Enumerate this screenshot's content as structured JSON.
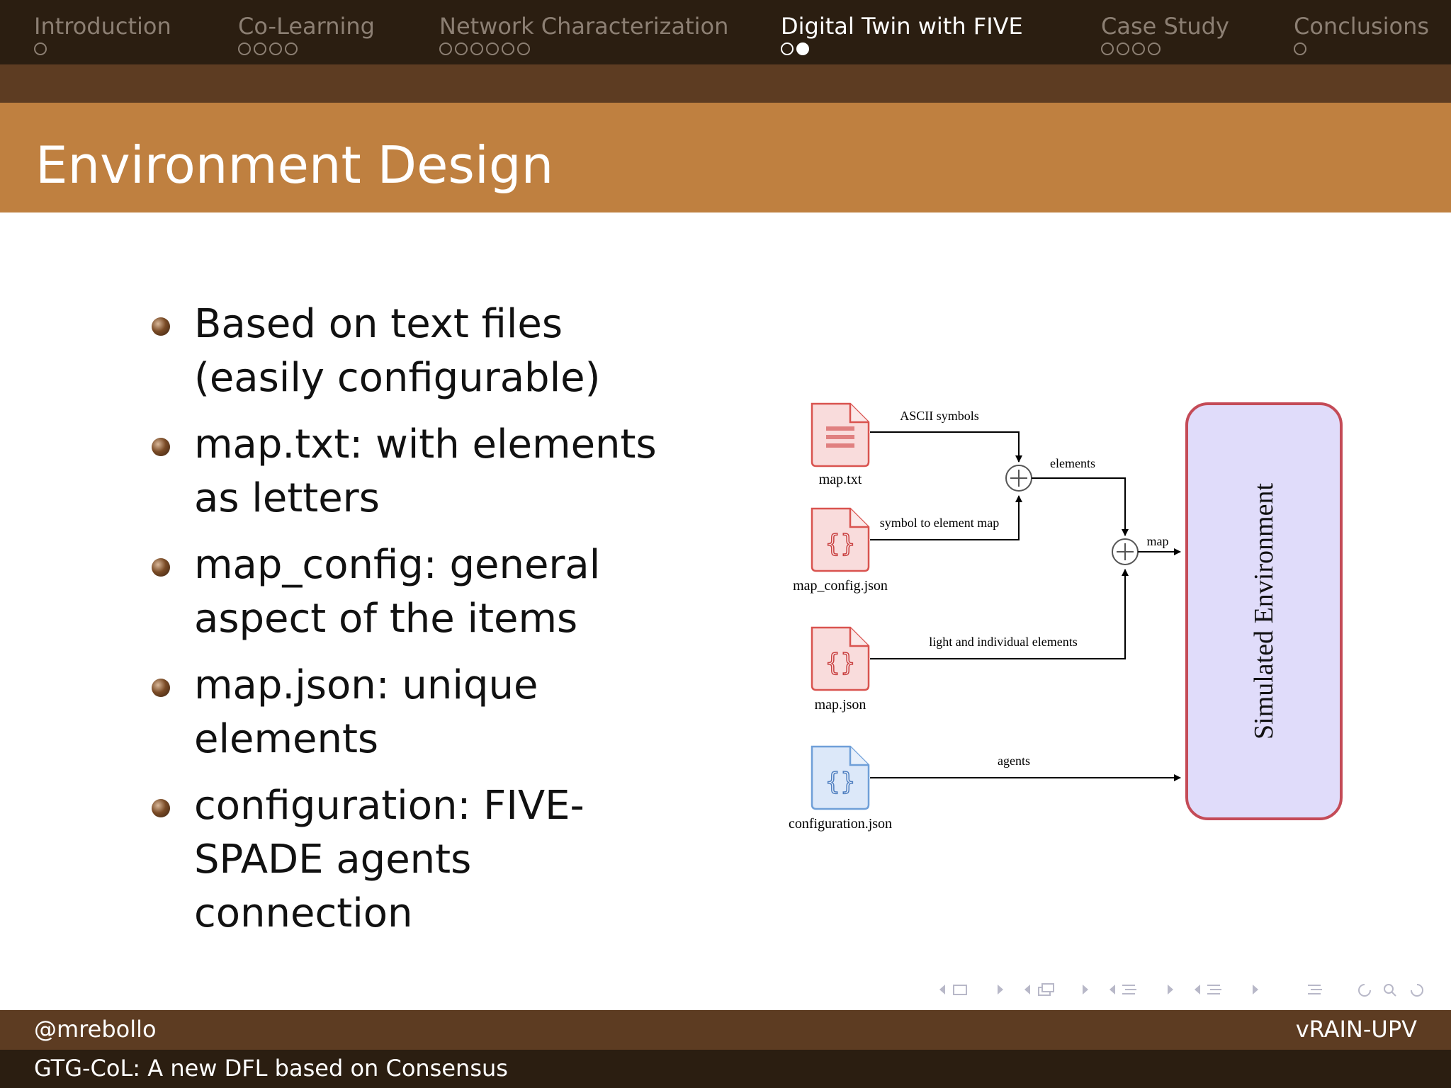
{
  "nav": {
    "sections": [
      {
        "label": "Introduction",
        "pages": 1,
        "current": 0
      },
      {
        "label": "Co-Learning",
        "pages": 4,
        "current": 0
      },
      {
        "label": "Network Characterization",
        "pages": 6,
        "current": 0
      },
      {
        "label": "Digital Twin with FIVE",
        "pages": 2,
        "current": 2
      },
      {
        "label": "Case Study",
        "pages": 4,
        "current": 0
      },
      {
        "label": "Conclusions",
        "pages": 1,
        "current": 0
      }
    ],
    "active_index": 3
  },
  "slide": {
    "title": "Environment Design",
    "bullets": [
      "Based on text files (easily configurable)",
      "map.txt: with elements as letters",
      "map_config: general aspect of the items",
      "map.json: unique elements",
      "configuration: FIVE-SPADE agents connection"
    ]
  },
  "diagram": {
    "files": [
      {
        "label": "map.txt",
        "icon": "text-file-icon",
        "color": "#d9534f"
      },
      {
        "label": "map_config.json",
        "icon": "json-file-icon",
        "color": "#d9534f"
      },
      {
        "label": "map.json",
        "icon": "json-file-icon",
        "color": "#d9534f"
      },
      {
        "label": "configuration.json",
        "icon": "json-file-icon",
        "color": "#6f9fd8"
      }
    ],
    "edge_labels": {
      "ascii": "ASCII symbols",
      "symbol_map": "symbol to element map",
      "elements": "elements",
      "map": "map",
      "light": "light and individual elements",
      "agents": "agents"
    },
    "target": "Simulated Environment"
  },
  "colors": {
    "top_bar": "#2b1e11",
    "sub_bar": "#5d3c22",
    "title_bar": "#bf8040",
    "env_fill": "#e0dcfa",
    "env_stroke": "#c44b57"
  },
  "footer": {
    "author": "@mrebollo",
    "institute": "vRAIN-UPV",
    "talk_title": "GTG-CoL: A new DFL based on Consensus"
  }
}
